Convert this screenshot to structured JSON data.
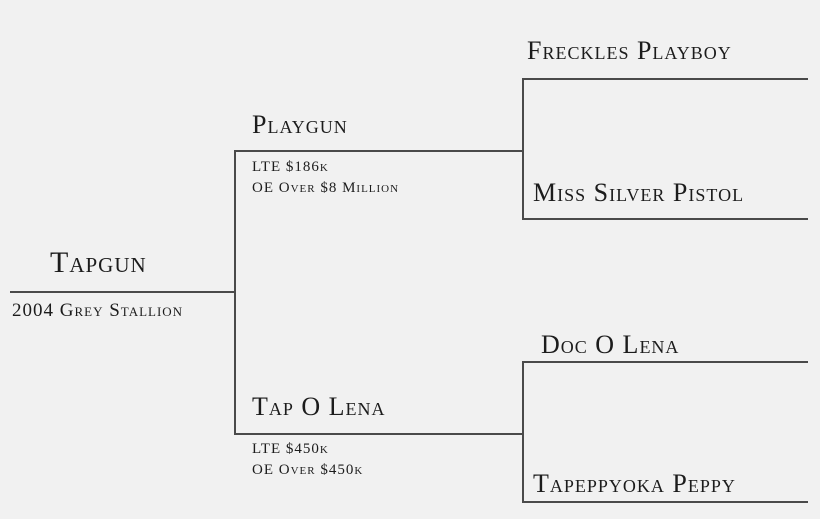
{
  "subject": {
    "name": "Tapgun",
    "description": "2004 Grey Stallion"
  },
  "sire": {
    "name": "Playgun",
    "earnings": "LTE $186k",
    "offspring_earnings": "OE Over $8 Million",
    "sire": "Freckles Playboy",
    "dam": "Miss Silver Pistol"
  },
  "dam": {
    "name": "Tap O Lena",
    "earnings": "LTE $450k",
    "offspring_earnings": "OE Over $450k",
    "sire": "Doc O Lena",
    "dam": "Tapeppyoka Peppy"
  }
}
